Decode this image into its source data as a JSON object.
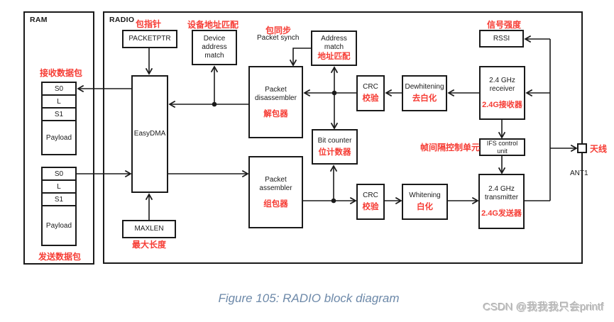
{
  "figure": {
    "caption": "Figure 105: RADIO block diagram",
    "watermark": "CSDN @我我我只会printf"
  },
  "containers": {
    "ram": {
      "label": "RAM"
    },
    "radio": {
      "label": "RADIO"
    }
  },
  "ram_packets": {
    "rx": {
      "annotation": "接收数据包",
      "fields": [
        "S0",
        "L",
        "S1",
        "Payload"
      ]
    },
    "tx": {
      "annotation": "发送数据包",
      "fields": [
        "S0",
        "L",
        "S1",
        "Payload"
      ]
    }
  },
  "blocks": {
    "packetptr": {
      "label": "PACKETPTR",
      "annotation": "包指针"
    },
    "device_address_match": {
      "label": "Device address match",
      "annotation": "设备地址匹配"
    },
    "packet_synch": {
      "label": "Packet synch",
      "annotation": "包同步"
    },
    "address_match": {
      "label": "Address match",
      "annotation": "地址匹配"
    },
    "rssi": {
      "label": "RSSI",
      "annotation": "信号强度"
    },
    "easydma": {
      "label": "EasyDMA"
    },
    "packet_disassembler": {
      "label": "Packet disassembler",
      "annotation": "解包器"
    },
    "crc_rx": {
      "label": "CRC",
      "annotation": "校验"
    },
    "dewhitening": {
      "label": "Dewhitening",
      "annotation": "去白化"
    },
    "receiver": {
      "label": "2.4 GHz receiver",
      "annotation": "2.4G接收器"
    },
    "bit_counter": {
      "label": "Bit counter",
      "annotation": "位计数器"
    },
    "ifs_control": {
      "label": "IFS control unit",
      "annotation": "帧间隔控制单元"
    },
    "packet_assembler": {
      "label": "Packet assembler",
      "annotation": "组包器"
    },
    "crc_tx": {
      "label": "CRC",
      "annotation": "校验"
    },
    "whitening": {
      "label": "Whitening",
      "annotation": "白化"
    },
    "transmitter": {
      "label": "2.4 GHz transmitter",
      "annotation": "2.4G发送器"
    },
    "maxlen": {
      "label": "MAXLEN",
      "annotation": "最大长度"
    },
    "antenna": {
      "label": "ANT1",
      "annotation": "天线"
    }
  },
  "colors": {
    "annotation_red": "#f63c34",
    "line_black": "#1a1a1a",
    "caption_blue": "#6d89a9",
    "watermark_gray": "#c2c2c2"
  }
}
